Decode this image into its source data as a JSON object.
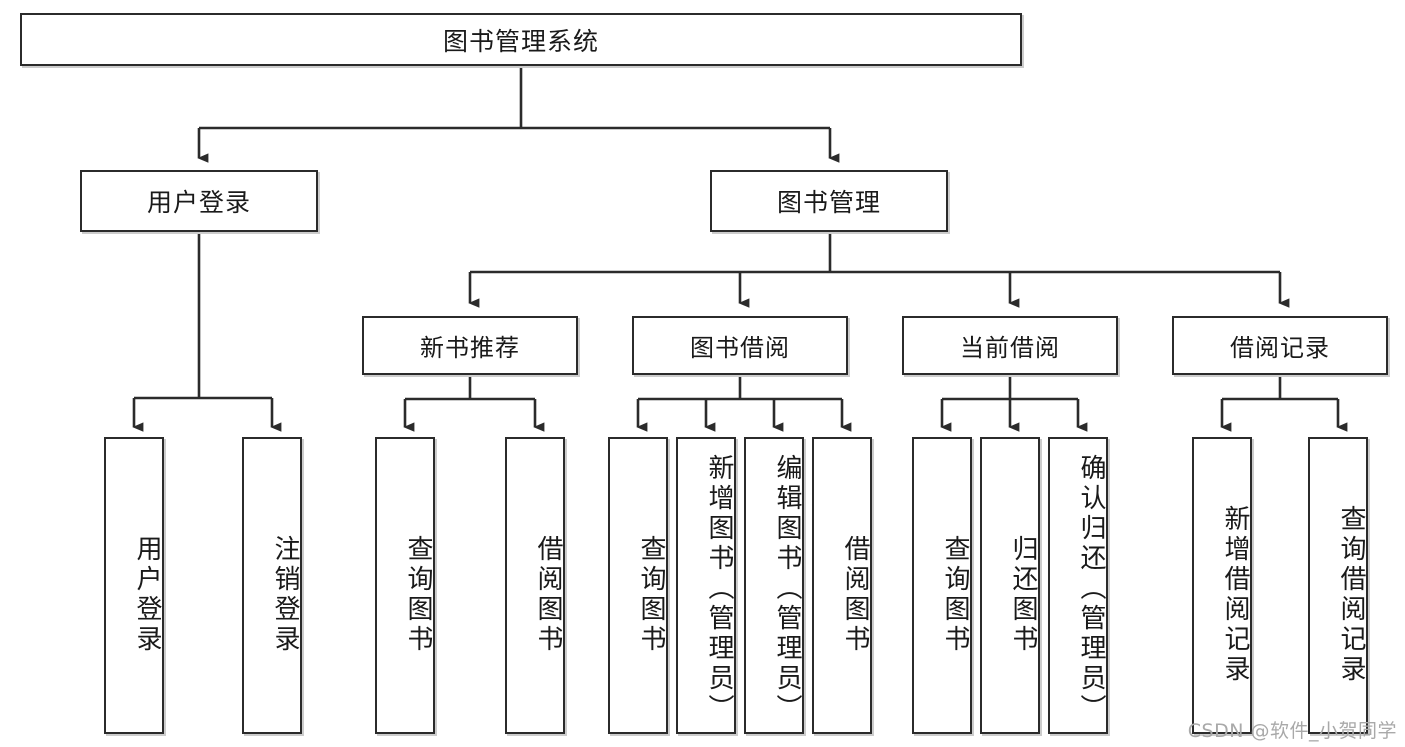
{
  "diagram": {
    "title_text": "图书管理系统",
    "type": "hierarchy-tree",
    "root": {
      "label": "图书管理系统"
    },
    "level1": [
      {
        "label": "用户登录"
      },
      {
        "label": "图书管理"
      }
    ],
    "level2": [
      {
        "label": "新书推荐"
      },
      {
        "label": "图书借阅"
      },
      {
        "label": "当前借阅"
      },
      {
        "label": "借阅记录"
      }
    ],
    "leaves": {
      "user_login": [
        {
          "label": "用户登录"
        },
        {
          "label": "注销登录"
        }
      ],
      "new_book_recommend": [
        {
          "label": "查询图书"
        },
        {
          "label": "借阅图书"
        }
      ],
      "book_borrow": [
        {
          "label": "查询图书"
        },
        {
          "label": "新增图书（管理员）"
        },
        {
          "label": "编辑图书（管理员）"
        },
        {
          "label": "借阅图书"
        }
      ],
      "current_borrow": [
        {
          "label": "查询图书"
        },
        {
          "label": "归还图书"
        },
        {
          "label": "确认归还（管理员）"
        }
      ],
      "borrow_record": [
        {
          "label": "新增借阅记录"
        },
        {
          "label": "查询借阅记录"
        }
      ]
    }
  },
  "watermark": {
    "text": "CSDN @软件_小贺同学"
  },
  "colors": {
    "stroke": "#2b2b2b",
    "fill": "#ffffff",
    "text": "#1a1a1a",
    "watermark": "#a9a9a9"
  }
}
